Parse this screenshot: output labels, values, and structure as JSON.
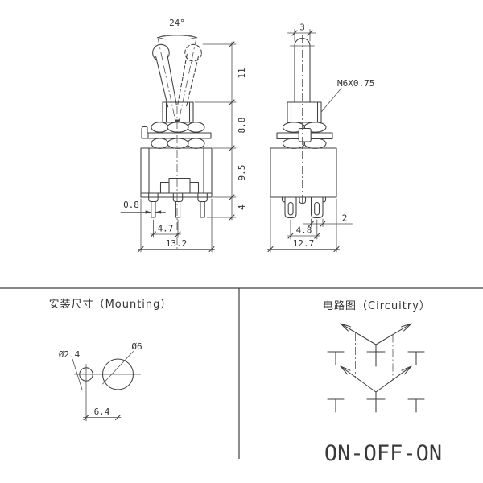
{
  "colors": {
    "background": "#ffffff",
    "line": "#3f3f3f",
    "text": "#333333"
  },
  "front_view": {
    "throw_angle": "24°",
    "lever_height": "11",
    "bushing_height": "8.8",
    "body_height": "9.5",
    "pin_length": "4",
    "pin_width": "0.8",
    "pin_pitch": "4.7",
    "body_width": "13.2"
  },
  "side_view": {
    "lever_width": "3",
    "thread_spec": "M6X0.75",
    "pin_thickness": "2",
    "pin_pitch": "4.8",
    "body_depth": "12.7"
  },
  "mounting": {
    "title": "安装尺寸（Mounting）",
    "small_hole_dia": "Ø2.4",
    "large_hole_dia": "Ø6",
    "hole_spacing": "6.4"
  },
  "circuitry": {
    "title": "电路图（Circuitry）",
    "switch_function": "ON-OFF-ON"
  }
}
